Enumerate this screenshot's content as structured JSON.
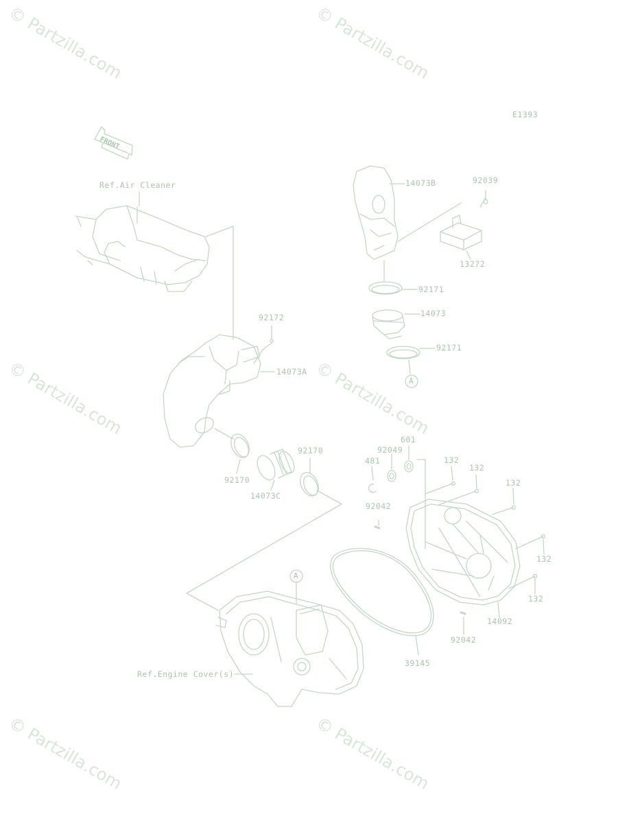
{
  "diagram_code": "E1393",
  "front_marker": "FRONT",
  "refs": {
    "air_cleaner": "Ref.Air Cleaner",
    "engine_covers": "Ref.Engine Cover(s)"
  },
  "callout_letter": "A",
  "watermark": "© Partzilla.com",
  "parts": {
    "p14073B": "14073B",
    "p92039": "92039",
    "p13272": "13272",
    "p92171a": "92171",
    "p14073": "14073",
    "p92171b": "92171",
    "p92172": "92172",
    "p14073A": "14073A",
    "p92170a": "92170",
    "p14073C": "14073C",
    "p92170b": "92170",
    "p601": "601",
    "p92049": "92049",
    "p481": "481",
    "p132a": "132",
    "p132b": "132",
    "p132c": "132",
    "p132d": "132",
    "p132e": "132",
    "p92042a": "92042",
    "p92042b": "92042",
    "p14092": "14092",
    "p39145": "39145"
  },
  "colors": {
    "line": "#c2d8c4",
    "text": "#aac6ac",
    "watermark": "#d4e4d5"
  }
}
